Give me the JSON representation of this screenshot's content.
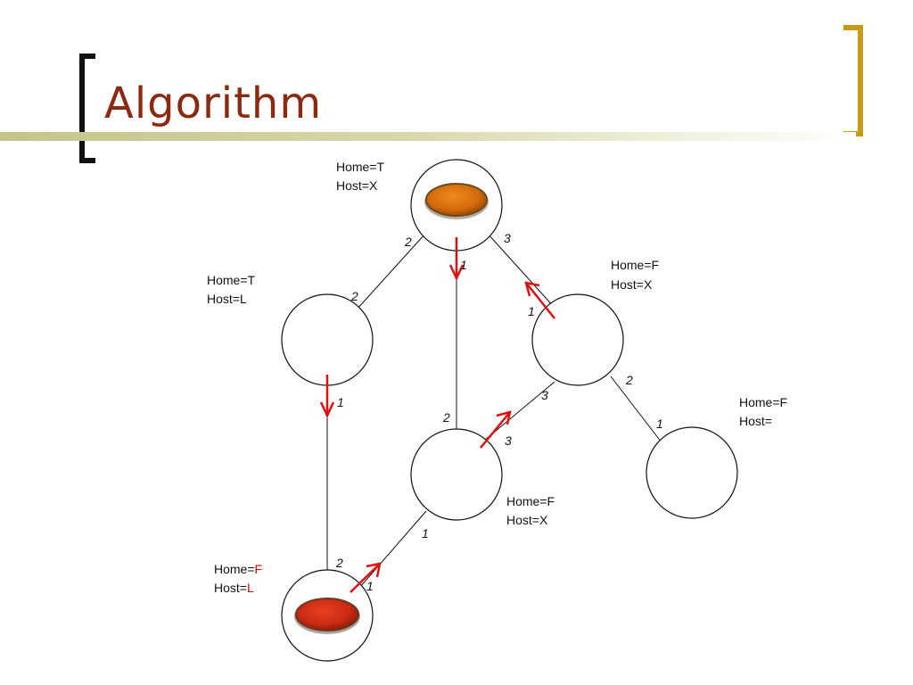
{
  "title": "Algorithm",
  "colors": {
    "title": "#8b2a10",
    "left_bracket": "#111111",
    "right_bracket": "#c79a1a",
    "arrow": "#e01010",
    "highlight": "#e00000",
    "agent_top": "#d26a0a",
    "agent_bottom": "#c82a12"
  },
  "nodes": {
    "top": {
      "home_label": "Home=T",
      "host_label": "Host=X",
      "agent_icon": "orange-agent-icon"
    },
    "left": {
      "home_label": "Home=T",
      "host_label": "Host=L"
    },
    "right": {
      "home_label": "Home=F",
      "host_label": "Host=X"
    },
    "middle": {
      "home_label": "Home=F",
      "host_label": "Host=X"
    },
    "far_right": {
      "home_label": "Home=F",
      "host_label": "Host="
    },
    "bottom": {
      "home_prefix": "Home=",
      "home_value": "F",
      "host_prefix": "Host=",
      "host_value": "L",
      "agent_icon": "red-agent-icon"
    }
  },
  "ports": {
    "top_to_left": "2",
    "left_to_top": "2",
    "top_to_middle": "1",
    "top_to_right": "3",
    "right_to_top": "1",
    "left_to_bottom": "1",
    "right_to_middle": "3",
    "right_to_far_right": "2",
    "far_right_to_right": "1",
    "middle_to_top": "2",
    "middle_to_right": "3",
    "middle_to_bottom": "1",
    "bottom_to_left": "2",
    "bottom_to_middle": "1"
  }
}
